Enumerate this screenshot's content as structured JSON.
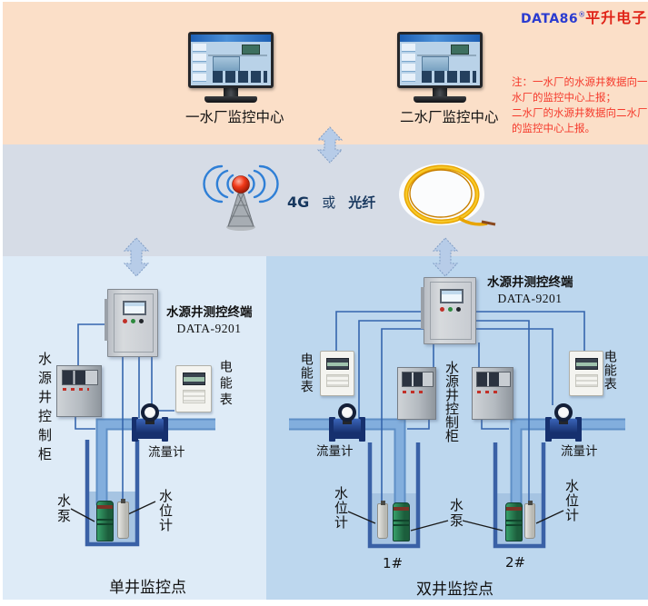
{
  "colors": {
    "top_bg": "#FBDFC8",
    "mid_bg": "#D6DCE6",
    "left_bg": "#DEEBF7",
    "right_bg": "#BDD7EE",
    "brand_blue": "#2A3BD0",
    "brand_red": "#E02418",
    "note_red": "#F5392B",
    "link_navy": "#17375E",
    "pipe_blue": "#7FACDD",
    "well_border": "#3A61A6",
    "water": "#A6C4E2",
    "connector": "#3565AD"
  },
  "brand": {
    "name": "DATA86",
    "reg": "®",
    "cn": "平升电子"
  },
  "note": {
    "lines": [
      "注：一水厂的水源井数据向一",
      "水厂的监控中心上报；",
      "二水厂的水源井数据向二水厂",
      "的监控中心上报。"
    ]
  },
  "monitoring_centers": [
    {
      "label": "一水厂监控中心"
    },
    {
      "label": "二水厂监控中心"
    }
  ],
  "link": {
    "g4": "4G",
    "or": "或",
    "fiber": "光纤"
  },
  "single_well": {
    "rtu_label": "水源井测控终端",
    "rtu_model": "DATA-9201",
    "control_cabinet": "水源井控制柜",
    "energy_meter": "电能表",
    "flow_meter": "流量计",
    "pump": "水泵",
    "level_gauge": "水位计",
    "caption": "单井监控点"
  },
  "double_well": {
    "rtu_label": "水源井测控终端",
    "rtu_model": "DATA-9201",
    "control_cabinet": "水源井控制柜",
    "energy_meter_left": "电能表",
    "energy_meter_right": "电能表",
    "flow_meter_left": "流量计",
    "flow_meter_right": "流量计",
    "pump": "水泵",
    "level_gauge_left": "水位计",
    "level_gauge_right": "水位计",
    "well1_tag": "1#",
    "well2_tag": "2#",
    "caption": "双井监控点"
  }
}
